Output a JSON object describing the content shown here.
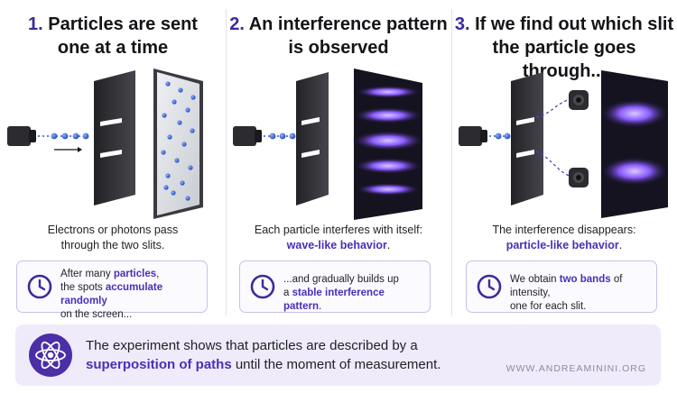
{
  "panels": [
    {
      "num": "1.",
      "title_l1": "Particles are sent",
      "title_l2": "one at a time",
      "cap_l1": "Electrons or photons pass",
      "cap_l2": "through the two slits.",
      "box_l1a": "After many ",
      "box_l1b": "particles",
      "box_l1c": ",",
      "box_l2a": "the spots ",
      "box_l2b": "accumulate",
      "box_l2c": " randomly",
      "box_l3": "on the screen..."
    },
    {
      "num": "2.",
      "title_l1": "An interference pattern",
      "title_l2": "is observed",
      "cap_l1": "Each particle interferes with itself:",
      "cap_l2": "wave-like behavior",
      "cap_l2_end": ".",
      "box_l1": "...and gradually builds up",
      "box_l2a": "a ",
      "box_l2b": "stable interference pattern",
      "box_l2c": "."
    },
    {
      "num": "3.",
      "title_l1": "If we find out which slit",
      "title_l2": "the particle goes through...",
      "cap_l1": "The interference disappears:",
      "cap_l2": "particle-like behavior",
      "cap_l2_end": ".",
      "box_l1a": "We obtain ",
      "box_l1b": "two bands",
      "box_l1c": " of intensity,",
      "box_l2": "one for each slit."
    }
  ],
  "footer": {
    "text_a": "The experiment shows that particles are described by a ",
    "text_b": "superposition of paths",
    "text_c": " until the moment of measurement."
  },
  "watermark": "WWW.ANDREAMININI.ORG",
  "icons": {
    "box_icon": "clock-icon",
    "footer_icon": "atom-icon",
    "source_icon": "particle-emitter-icon",
    "detector_icon": "detector-icon"
  },
  "colors": {
    "accent": "#3b2a9c",
    "highlight": "#4a2fb8",
    "particle": "#2f56c8",
    "pattern": "#7a4dff",
    "footer_bg": "#efebfb"
  }
}
